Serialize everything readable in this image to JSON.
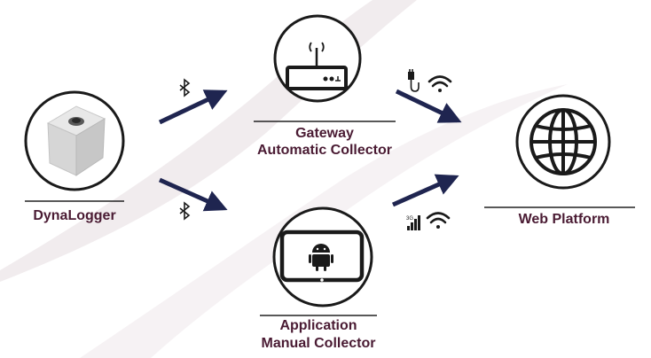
{
  "nodes": {
    "dynalogger": {
      "label": "DynaLogger"
    },
    "gateway": {
      "title": "Gateway",
      "subtitle": "Automatic Collector"
    },
    "application": {
      "title": "Application",
      "subtitle": "Manual Collector"
    },
    "web_platform": {
      "label": "Web Platform"
    }
  },
  "badges": {
    "cellular": "3G"
  },
  "colors": {
    "label_text": "#4a1b33",
    "arrow": "#1f2550",
    "icon_stroke": "#1a1a1a",
    "background_swoosh": "#efeaec",
    "underline": "#222222"
  },
  "icons": {
    "dynalogger": "sensor-cube-icon",
    "gateway": "router-icon",
    "application": "android-tablet-icon",
    "web_platform": "globe-icon",
    "link_bluetooth": "bluetooth-icon",
    "link_wired": "ethernet-plug-icon",
    "link_wifi": "wifi-icon",
    "link_cellular": "signal-bars-icon"
  }
}
